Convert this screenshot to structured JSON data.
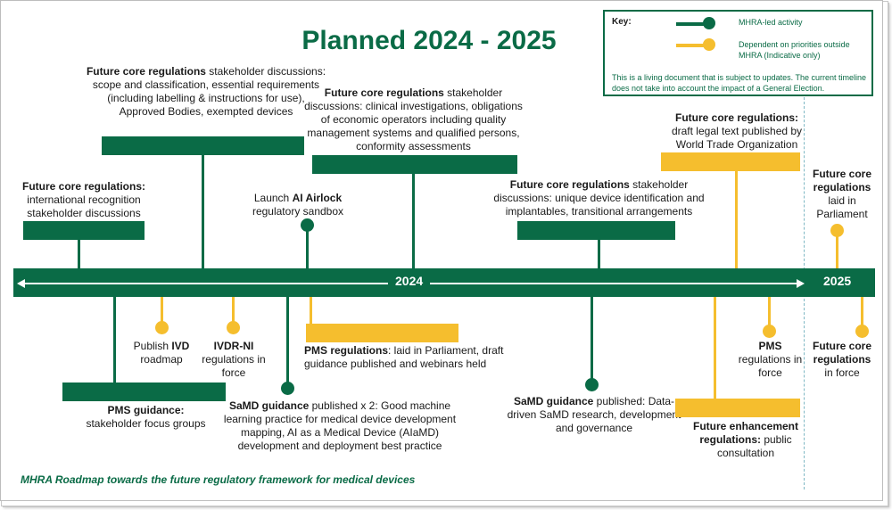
{
  "title": "Planned 2024 - 2025",
  "key": {
    "heading": "Key:",
    "green_label": "MHRA-led activity",
    "yellow_label": "Dependent on priorities outside MHRA (Indicative only)",
    "note": "This is a living document that is subject to updates. The current timeline does not take into account the impact of a General Election."
  },
  "timeline": {
    "year1": "2024",
    "year2": "2025"
  },
  "above": {
    "intl_recognition": {
      "bold": "Future core regulations:",
      "rest": "international recognition stakeholder discussions"
    },
    "scope": {
      "bold": "Future core regulations",
      "rest": " stakeholder discussions: scope and classification, essential requirements (including labelling & instructions for use), Approved Bodies, exempted devices"
    },
    "airlock": {
      "pre": "Launch ",
      "bold": "AI Airlock",
      "rest": "regulatory sandbox"
    },
    "clinical": {
      "bold": "Future core regulations",
      "rest": " stakeholder discussions: clinical investigations, obligations of economic operators including quality management systems and qualified persons, conformity assessments"
    },
    "udi": {
      "bold": "Future core regulations",
      "rest": " stakeholder discussions: unique device identification and implantables, transitional arrangements"
    },
    "wto": {
      "bold": "Future core regulations:",
      "rest": "draft legal text published by World Trade Organization"
    },
    "laid": {
      "bold": "Future core regulations",
      "rest": "laid in Parliament"
    }
  },
  "below": {
    "pms_guidance": {
      "bold": "PMS guidance:",
      "rest": "stakeholder focus groups"
    },
    "ivd": {
      "pre": "Publish ",
      "bold": "IVD",
      "rest": "roadmap"
    },
    "ivdr": {
      "bold": "IVDR-NI",
      "rest": "regulations in force"
    },
    "samd1": {
      "bold": "SaMD guidance",
      "rest": " published x 2: Good machine learning practice for medical device development mapping, AI as a Medical Device (AIaMD) development and deployment best practice"
    },
    "pms_regs": {
      "bold": "PMS regulations",
      "rest": ": laid in Parliament, draft guidance published and webinars held"
    },
    "samd2": {
      "bold": "SaMD guidance",
      "rest": " published: Data-driven SaMD research, development and governance"
    },
    "pms_force": {
      "bold": "PMS",
      "rest": "regulations in force"
    },
    "enhancement": {
      "bold": "Future enhancement regulations:",
      "rest": " public consultation"
    },
    "core_force": {
      "bold": "Future core regulations",
      "rest": "in force"
    }
  },
  "footer": "MHRA Roadmap towards the future regulatory framework for medical devices",
  "colors": {
    "green": "#0a6b46",
    "yellow": "#f5be2e"
  }
}
